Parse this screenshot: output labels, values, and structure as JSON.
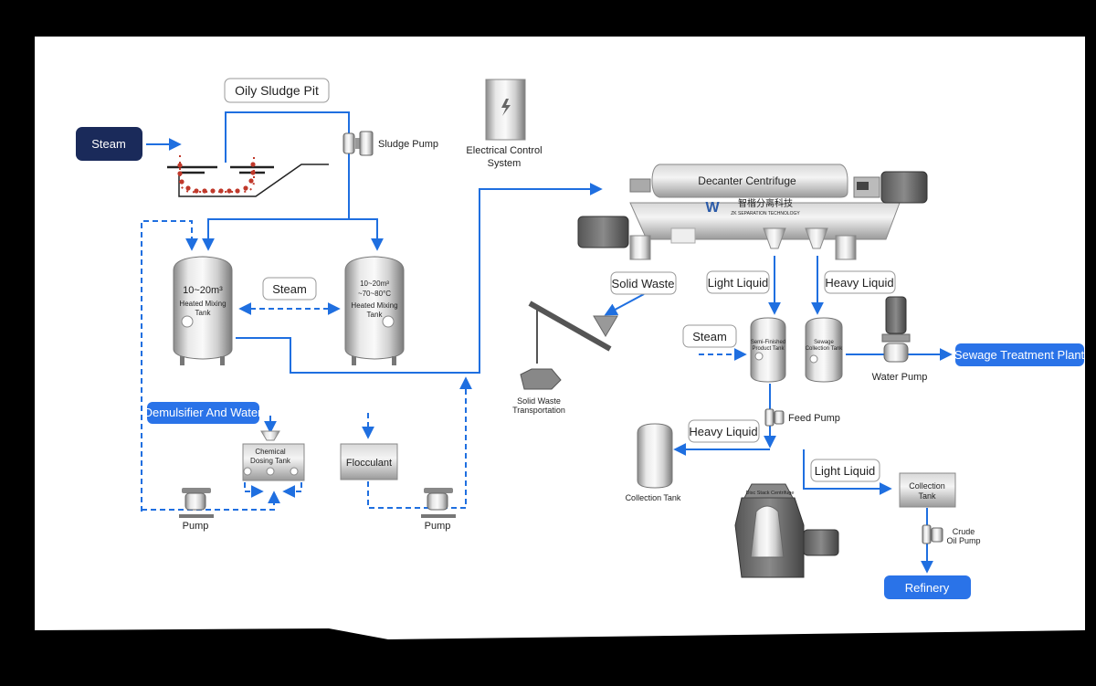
{
  "labels": {
    "oily_sludge_pit": "Oily Sludge Pit",
    "steam_main": "Steam",
    "sludge_pump": "Sludge Pump",
    "electrical_control": [
      "Electrical Control",
      "System"
    ],
    "decanter_centrifuge": "Decanter Centrifuge",
    "brand_cn": "智楷分离科技",
    "brand_en": "ZK SEPARATION TECHNOLOGY",
    "tank1": [
      "10~20m³",
      "Heated Mixing",
      "Tank"
    ],
    "tank2": [
      "10~20m³",
      "~70~80°C",
      "Heated Mixing",
      "Tank"
    ],
    "steam_mid": "Steam",
    "demulsifier": "Demulsifier And Water",
    "chemical_dosing": [
      "Chemical",
      "Dosing Tank"
    ],
    "flocculant": "Flocculant",
    "pump_left": "Pump",
    "pump_right": "Pump",
    "solid_waste": "Solid Waste",
    "solid_waste_transport": [
      "Solid Waste",
      "Transportation"
    ],
    "light_liquid_top": "Light Liquid",
    "heavy_liquid_top": "Heavy Liquid",
    "steam_right": "Steam",
    "semi_finished_tank": [
      "Semi-Finished",
      "Product Tank"
    ],
    "sewage_collection_tank": [
      "Sewage",
      "Collection Tank"
    ],
    "sewage_treatment_plant": "Sewage Treatment Plant",
    "water_pump": "Water Pump",
    "feed_pump": "Feed Pump",
    "heavy_liquid_bottom": "Heavy Liquid",
    "light_liquid_bottom": "Light Liquid",
    "collection_tank_left": "Collection Tank",
    "disc_centrifuge": "Disc Stack Centrifuge",
    "collection_tank_right": [
      "Collection",
      "Tank"
    ],
    "crude_oil_pump": [
      "Crude",
      "Oil Pump"
    ],
    "refinery": "Refinery"
  },
  "colors": {
    "flow_blue": "#1f6fe0",
    "navy": "#1a2a5a",
    "pill_blue": "#2a73e8",
    "steel": "#b8b8b8"
  }
}
